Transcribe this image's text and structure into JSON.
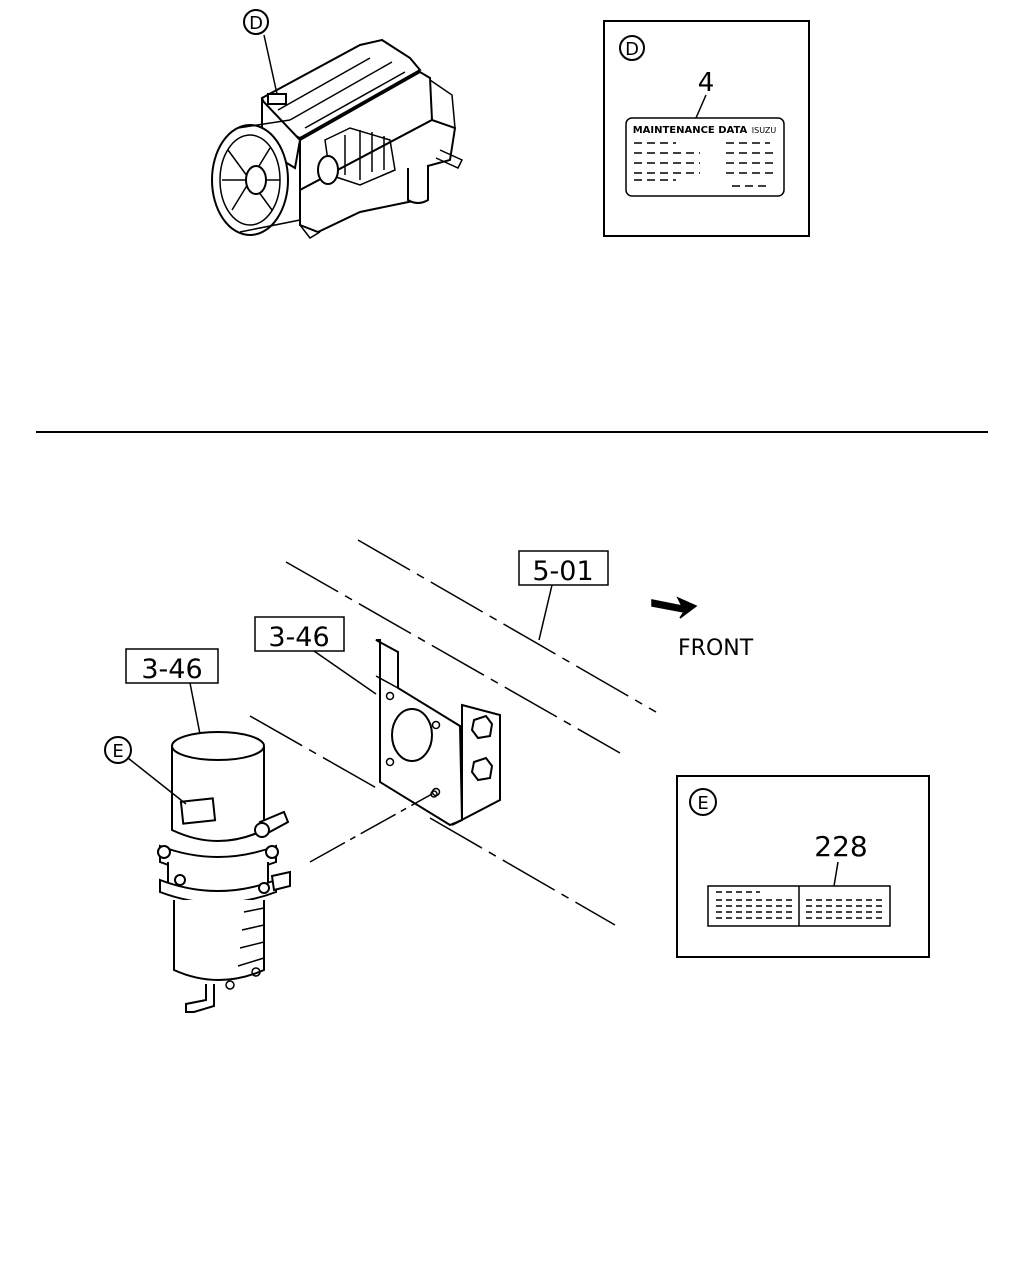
{
  "top_section": {
    "engine_callout": "D",
    "detail_box": {
      "callout": "D",
      "part_number": "4",
      "label_title": "MAINTENANCE DATA",
      "label_brand": "ISUZU"
    }
  },
  "bottom_section": {
    "ref_frame": "5-01",
    "ref_bracket": "3-46",
    "ref_filter": "3-46",
    "filter_callout": "E",
    "direction_label": "FRONT",
    "detail_box": {
      "callout": "E",
      "part_number": "228"
    }
  }
}
